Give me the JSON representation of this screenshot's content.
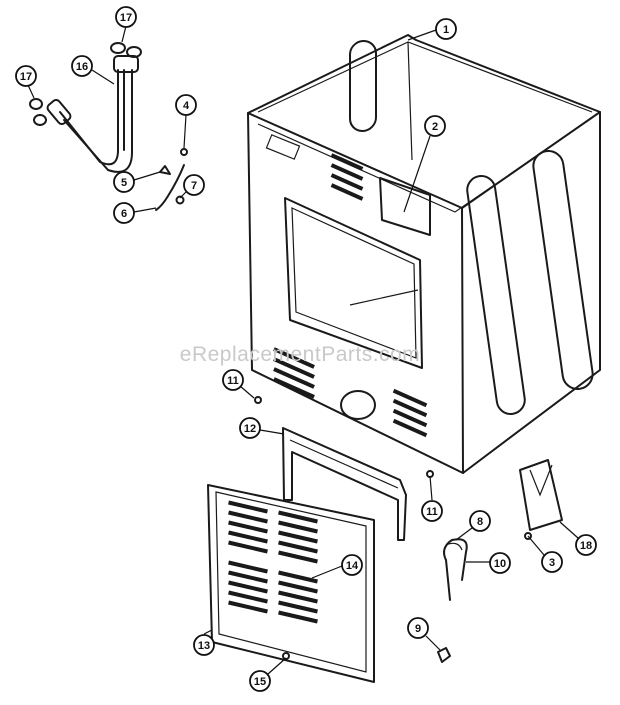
{
  "watermark": "eReplacementParts.com",
  "callouts": [
    {
      "id": "1",
      "label": "1"
    },
    {
      "id": "2",
      "label": "2"
    },
    {
      "id": "3",
      "label": "3"
    },
    {
      "id": "4",
      "label": "4"
    },
    {
      "id": "5",
      "label": "5"
    },
    {
      "id": "6",
      "label": "6"
    },
    {
      "id": "7",
      "label": "7"
    },
    {
      "id": "8",
      "label": "8"
    },
    {
      "id": "9",
      "label": "9"
    },
    {
      "id": "10",
      "label": "10"
    },
    {
      "id": "11a",
      "label": "11"
    },
    {
      "id": "11b",
      "label": "11"
    },
    {
      "id": "12",
      "label": "12"
    },
    {
      "id": "13",
      "label": "13"
    },
    {
      "id": "14",
      "label": "14"
    },
    {
      "id": "15",
      "label": "15"
    },
    {
      "id": "16",
      "label": "16"
    },
    {
      "id": "17a",
      "label": "17"
    },
    {
      "id": "17b",
      "label": "17"
    },
    {
      "id": "18",
      "label": "18"
    }
  ]
}
